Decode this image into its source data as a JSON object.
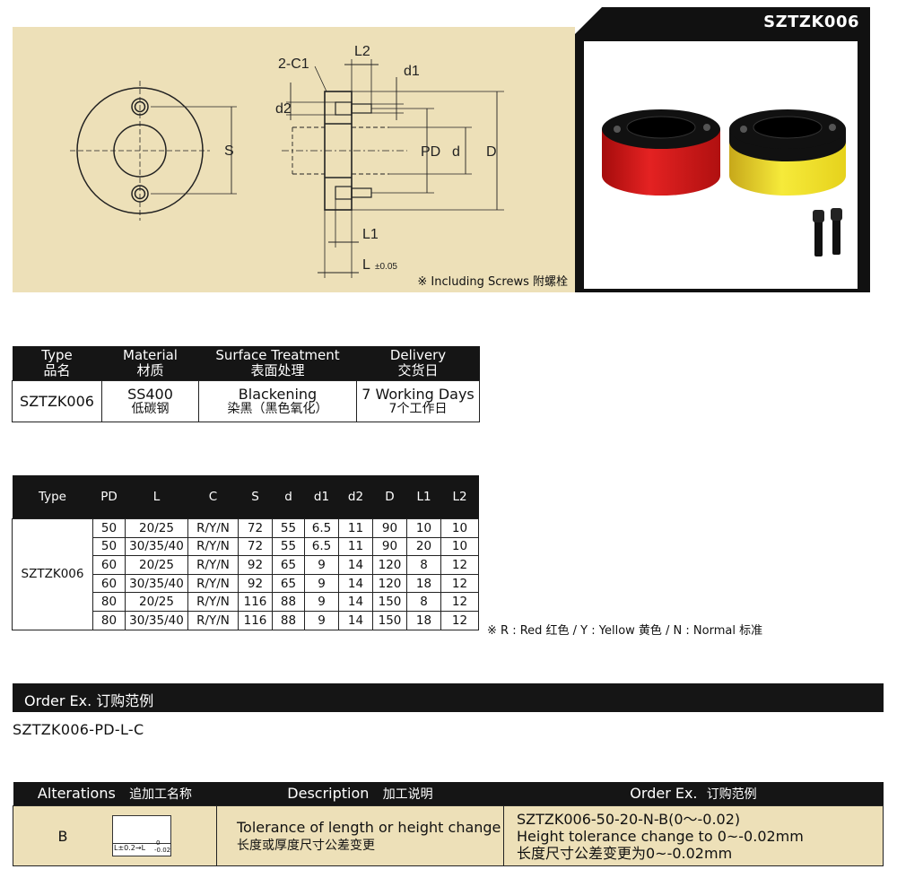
{
  "product_code": "SZTZK006",
  "drawing": {
    "label_2c1": "2-C1",
    "label_l2": "L2",
    "label_d1": "d1",
    "label_d2": "d2",
    "label_s": "S",
    "label_pd": "PD",
    "label_d": "d",
    "label_D": "D",
    "label_l1": "L1",
    "label_l": "L",
    "label_tol": "±0.05",
    "note": "※ Including Screws 附螺栓"
  },
  "spec_table": {
    "headers": [
      {
        "en": "Type",
        "zh": "品名"
      },
      {
        "en": "Material",
        "zh": "材质"
      },
      {
        "en": "Surface Treatment",
        "zh": "表面处理"
      },
      {
        "en": "Delivery",
        "zh": "交货日"
      }
    ],
    "row": {
      "type": "SZTZK006",
      "material_en": "SS400",
      "material_zh": "低碳钢",
      "surface_en": "Blackening",
      "surface_zh": "染黑（黑色氧化）",
      "delivery_en": "7 Working Days",
      "delivery_zh": "7个工作日"
    }
  },
  "dim_table": {
    "headers": [
      "Type",
      "PD",
      "L",
      "C",
      "S",
      "d",
      "d1",
      "d2",
      "D",
      "L1",
      "L2"
    ],
    "type": "SZTZK006",
    "rows": [
      [
        "50",
        "20/25",
        "R/Y/N",
        "72",
        "55",
        "6.5",
        "11",
        "90",
        "10",
        "10"
      ],
      [
        "50",
        "30/35/40",
        "R/Y/N",
        "72",
        "55",
        "6.5",
        "11",
        "90",
        "20",
        "10"
      ],
      [
        "60",
        "20/25",
        "R/Y/N",
        "92",
        "65",
        "9",
        "14",
        "120",
        "8",
        "12"
      ],
      [
        "60",
        "30/35/40",
        "R/Y/N",
        "92",
        "65",
        "9",
        "14",
        "120",
        "18",
        "12"
      ],
      [
        "80",
        "20/25",
        "R/Y/N",
        "116",
        "88",
        "9",
        "14",
        "150",
        "8",
        "12"
      ],
      [
        "80",
        "30/35/40",
        "R/Y/N",
        "116",
        "88",
        "9",
        "14",
        "150",
        "18",
        "12"
      ]
    ],
    "color_note": "※  R : Red  红色   /  Y : Yellow  黄色   /   N : Normal  标准"
  },
  "order": {
    "title": "Order Ex.  订购范例",
    "code": "SZTZK006-PD-L-C"
  },
  "alterations": {
    "headers": {
      "alt_en": "Alterations",
      "alt_zh": "追加工名称",
      "desc_en": "Description",
      "desc_zh": "加工说明",
      "order_en": "Order Ex.",
      "order_zh": "订购范例"
    },
    "row": {
      "code": "B",
      "icon_left": "L±0.2→L",
      "icon_right_top": "0",
      "icon_right_bottom": "-0.02",
      "desc_en": "Tolerance of length or height change",
      "desc_zh": "长度或厚度尺寸公差变更",
      "order_line1": "SZTZK006-50-20-N-B(0～-0.02)",
      "order_line2": "Height tolerance change to 0~-0.02mm",
      "order_line3": "长度尺寸公差变更为0~-0.02mm"
    }
  },
  "colors": {
    "panel_beige": "#ede0b8",
    "header_black": "#151515",
    "ring_red": "#d81a1a",
    "ring_yellow": "#f2e61e"
  }
}
